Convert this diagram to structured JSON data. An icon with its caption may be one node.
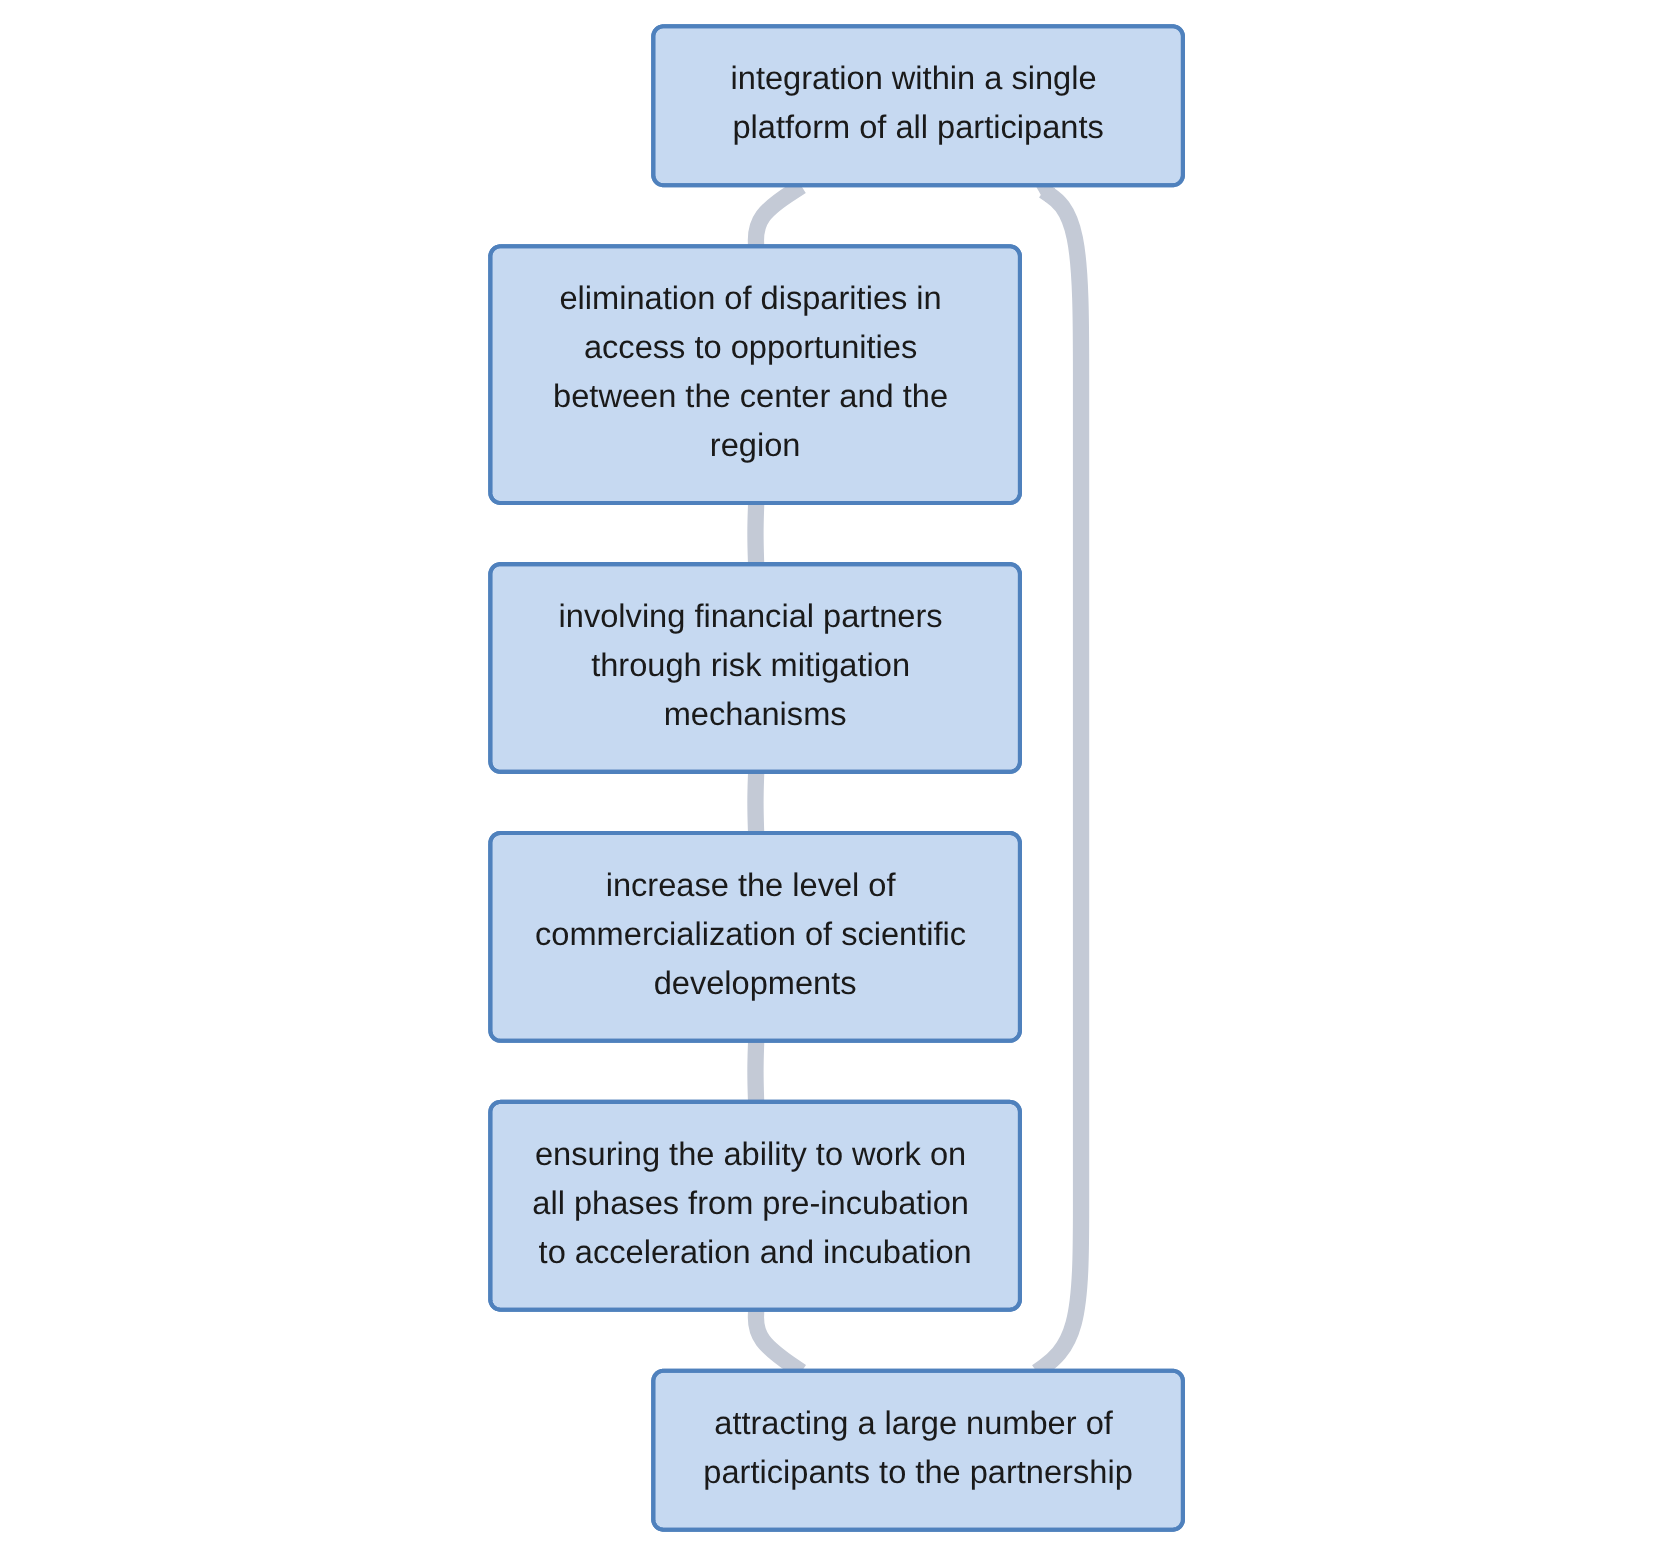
{
  "diagram": {
    "nodes": [
      {
        "text": [
          "integration within a single platform of all participants"
        ]
      },
      {
        "text": [
          "elimination of disparities in access to opportunities between the center and the region"
        ]
      },
      {
        "text": [
          "involving financial partners through risk mitigation mechanisms"
        ]
      },
      {
        "text": [
          "increase the level of commercialization of scientific developments"
        ]
      },
      {
        "text": [
          "ensuring the ability to work on all phases from pre-incubation to acceleration and incubation"
        ]
      },
      {
        "text": [
          "attracting a large number of participants to the partnership"
        ]
      }
    ],
    "edges": [
      {
        "from": 0,
        "to": 1,
        "arrow": "none"
      },
      {
        "from": 1,
        "to": 2,
        "arrow": "none"
      },
      {
        "from": 2,
        "to": 3,
        "arrow": "none"
      },
      {
        "from": 3,
        "to": 4,
        "arrow": "none"
      },
      {
        "from": 4,
        "to": 5,
        "arrow": "none"
      },
      {
        "from": 5,
        "to": 0,
        "arrow": "to"
      }
    ]
  }
}
